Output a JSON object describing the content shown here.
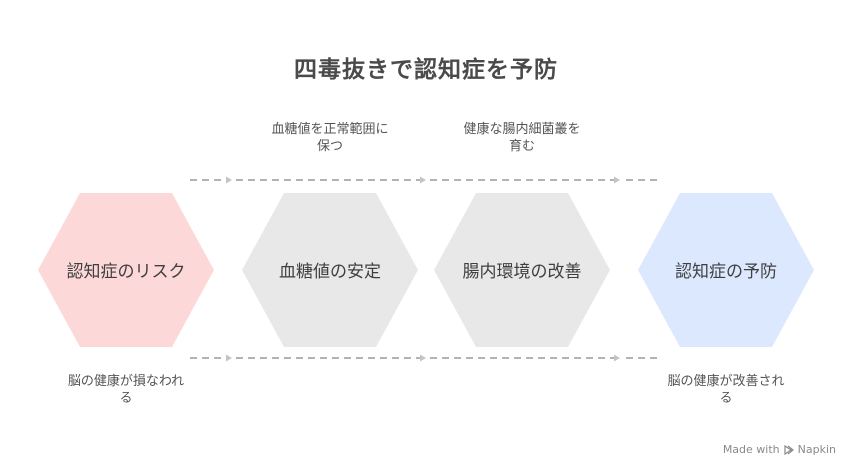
{
  "title": "四毒抜きで認知症を予防",
  "steps": [
    {
      "label": "認知症のリスク",
      "fill": "#fdd8d8"
    },
    {
      "label": "血糖値の安定",
      "fill": "#e8e8e8"
    },
    {
      "label": "腸内環境の改善",
      "fill": "#e8e8e8"
    },
    {
      "label": "認知症の予防",
      "fill": "#dce8fd"
    }
  ],
  "top_notes": [
    {
      "line1": "血糖値を正常範囲に",
      "line2": "保つ"
    },
    {
      "line1": "健康な腸内細菌叢を",
      "line2": "育む"
    }
  ],
  "bottom_notes": [
    {
      "line1": "脳の健康が損なわれ",
      "line2": "る"
    },
    {
      "line1": "脳の健康が改善され",
      "line2": "る"
    }
  ],
  "footer": {
    "made_with": "Made with",
    "brand": "Napkin",
    "icon": "napkin-logo-icon"
  }
}
